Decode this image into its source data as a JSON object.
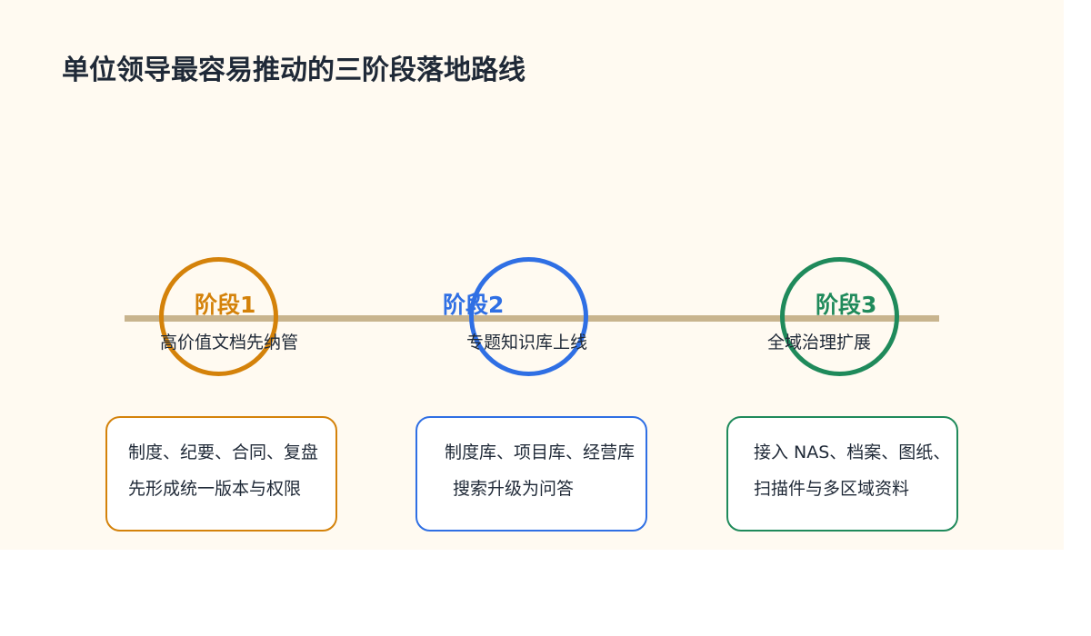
{
  "title": "单位领导最容易推动的三阶段落地路线",
  "colors": {
    "background": "#fffaf1",
    "timeline": "#c8b48e",
    "text": "#1f2937"
  },
  "stages": [
    {
      "name": "阶段1",
      "subtitle": "高价值文档先纳管",
      "color": "#d4820a",
      "details": [
        "制度、纪要、合同、复盘",
        "先形成统一版本与权限"
      ]
    },
    {
      "name": "阶段2",
      "subtitle": "专题知识库上线",
      "color": "#2f6fe4",
      "details": [
        "制度库、项目库、经营库",
        "搜索升级为问答"
      ]
    },
    {
      "name": "阶段3",
      "subtitle": "全域治理扩展",
      "color": "#1f8a5b",
      "details": [
        "接入 NAS、档案、图纸、",
        "扫描件与多区域资料"
      ]
    }
  ]
}
